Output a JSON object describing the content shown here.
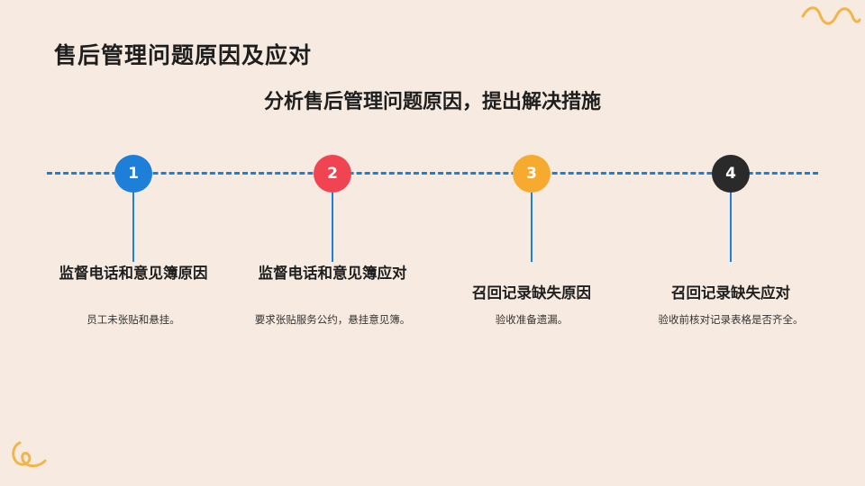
{
  "slide": {
    "title": "售后管理问题原因及应对",
    "subtitle": "分析售后管理问题原因，提出解决措施"
  },
  "colors": {
    "background": "#f7ebe1",
    "timeline": "#1e7fd8",
    "step1": "#1e7fd8",
    "step2": "#f04452",
    "step3": "#f6aa2f",
    "step4": "#2a2a2a",
    "squiggle": "#f3b44a"
  },
  "steps": [
    {
      "number": "1",
      "title": "监督电话和意见簿原因",
      "desc": "员工未张贴和悬挂。"
    },
    {
      "number": "2",
      "title": "监督电话和意见簿应对",
      "desc": "要求张贴服务公约，悬挂意见簿。"
    },
    {
      "number": "3",
      "title": "召回记录缺失原因",
      "desc": "验收准备遗漏。"
    },
    {
      "number": "4",
      "title": "召回记录缺失应对",
      "desc": "验收前核对记录表格是否齐全。"
    }
  ],
  "decorations": [
    "squiggle-top-right",
    "curl-bottom-left"
  ]
}
